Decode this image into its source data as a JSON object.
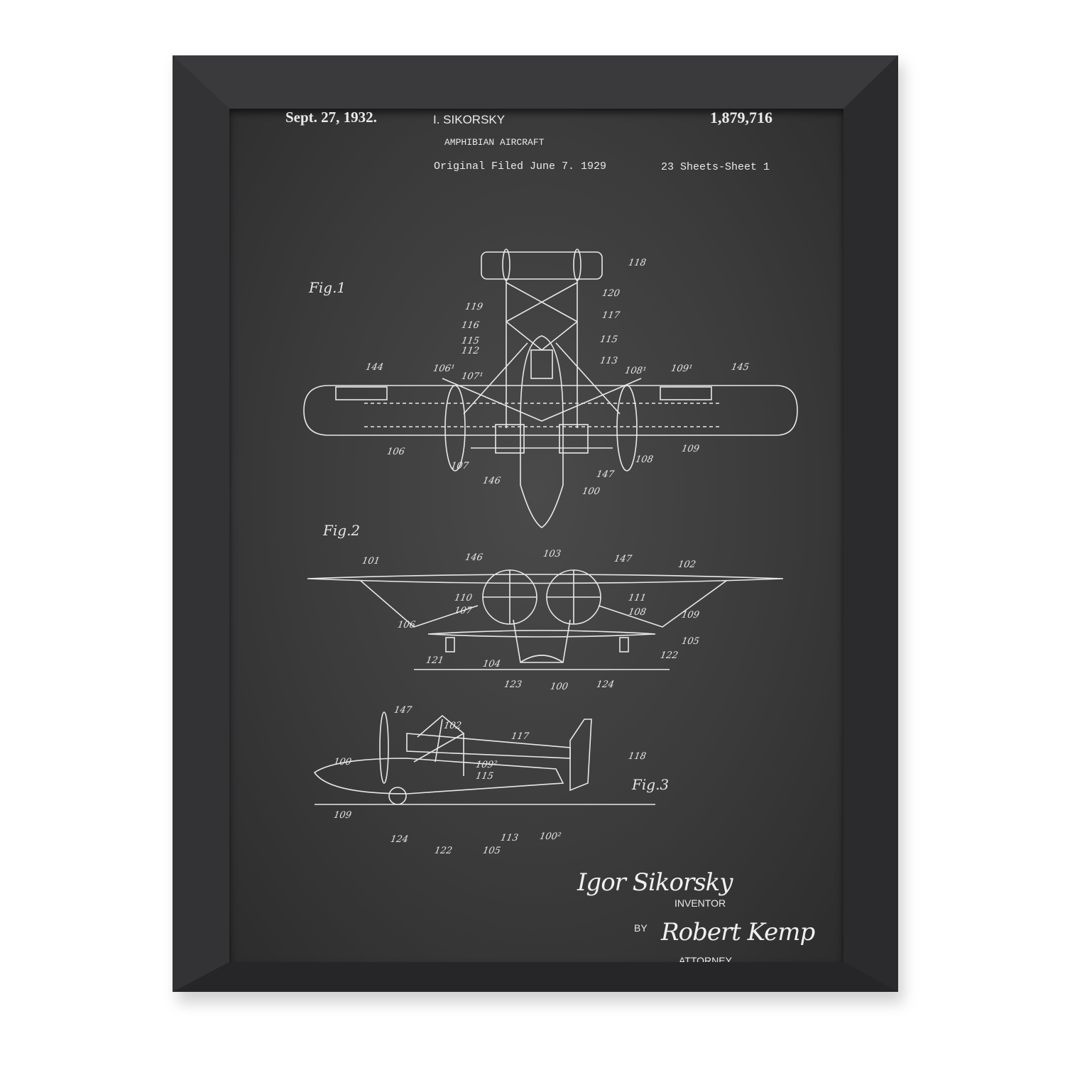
{
  "header": {
    "date": "Sept. 27, 1932.",
    "inventor": "I. SIKORSKY",
    "patent_number": "1,879,716",
    "title": "AMPHIBIAN AIRCRAFT",
    "filed": "Original Filed June 7. 1929",
    "sheets": "23 Sheets-Sheet 1"
  },
  "figures": {
    "fig1": {
      "label": "Fig.1",
      "refs": [
        "118",
        "120",
        "119",
        "117",
        "116",
        "115",
        "115",
        "112",
        "113",
        "144",
        "106¹",
        "107¹",
        "108¹",
        "109¹",
        "145",
        "106",
        "109",
        "107",
        "108",
        "147",
        "146",
        "100"
      ]
    },
    "fig2": {
      "label": "Fig.2",
      "refs": [
        "101",
        "146",
        "103",
        "147",
        "102",
        "110",
        "111",
        "107",
        "108",
        "109",
        "106",
        "105",
        "121",
        "104",
        "122",
        "123",
        "100",
        "124"
      ]
    },
    "fig3": {
      "label": "Fig.3",
      "refs": [
        "147",
        "102",
        "117",
        "118",
        "100",
        "109²",
        "115",
        "109",
        "124",
        "113",
        "100²",
        "122",
        "105"
      ]
    }
  },
  "footer": {
    "inventor_signature": "Igor Sikorsky",
    "inventor_label": "INVENTOR",
    "by_label": "BY",
    "attorney_signature": "Robert Kemp",
    "attorney_label": "ATTORNEY"
  },
  "colors": {
    "frame": "#2f2f31",
    "chalkboard": "#3b3b3b",
    "ink": "#e8e8e8"
  }
}
